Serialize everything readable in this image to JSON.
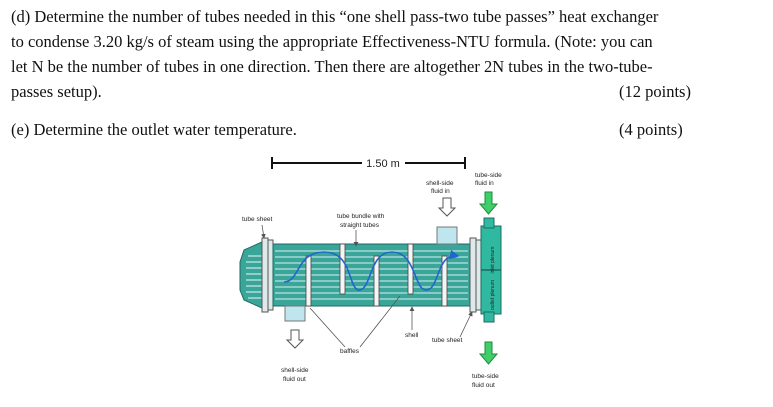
{
  "question_d": {
    "lines": [
      "(d) Determine the number of tubes needed in this “one shell pass-two tube passes” heat exchanger",
      "to condense 3.20 kg/s of steam using the appropriate Effectiveness-NTU formula. (Note: you can",
      "let N be the number of tubes in one direction. Then there are altogether 2N tubes in the two-tube-",
      "passes setup)."
    ],
    "points": "(12 points)"
  },
  "question_e": {
    "text": "(e) Determine the outlet water temperature.",
    "points": "(4 points)"
  },
  "diagram": {
    "scale_label": "1.50 m",
    "labels": {
      "tube_sheet_left": "tube sheet",
      "tube_bundle_1": "tube bundle with",
      "tube_bundle_2": "straight tubes",
      "shell_side_in_1": "shell-side",
      "shell_side_in_2": "fluid in",
      "tube_side_in_1": "tube-side",
      "tube_side_in_2": "fluid in",
      "baffles": "baffles",
      "shell": "shell",
      "tube_sheet_right": "tube sheet",
      "shell_side_out_1": "shell-side",
      "shell_side_out_2": "fluid out",
      "tube_side_out_1": "tube-side",
      "tube_side_out_2": "fluid out",
      "inlet_plenum": "inlet plenum",
      "outlet_plenum": "outlet plenum"
    },
    "colors": {
      "shell": "#3aa69a",
      "shell_light": "#8fd6cf",
      "nozzle": "#bfe6ef",
      "flow_arrow": "#2266cc",
      "plenum": "#2fb9a0"
    }
  }
}
